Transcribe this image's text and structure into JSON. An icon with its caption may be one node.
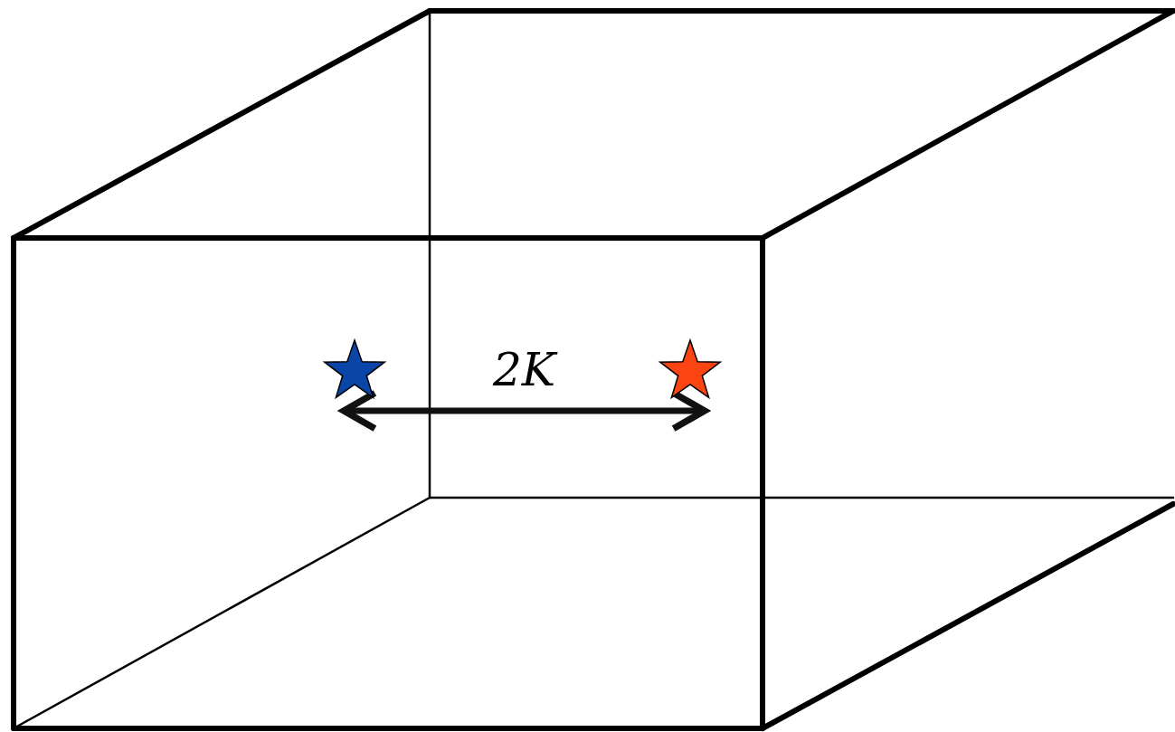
{
  "diagram": {
    "nodes": [
      {
        "text": [],
        "shape": "star"
      },
      {
        "text": [],
        "shape": "star"
      }
    ],
    "edges": [
      {
        "from": 0,
        "to": 1,
        "arrow": "both",
        "label": "2K"
      }
    ]
  }
}
